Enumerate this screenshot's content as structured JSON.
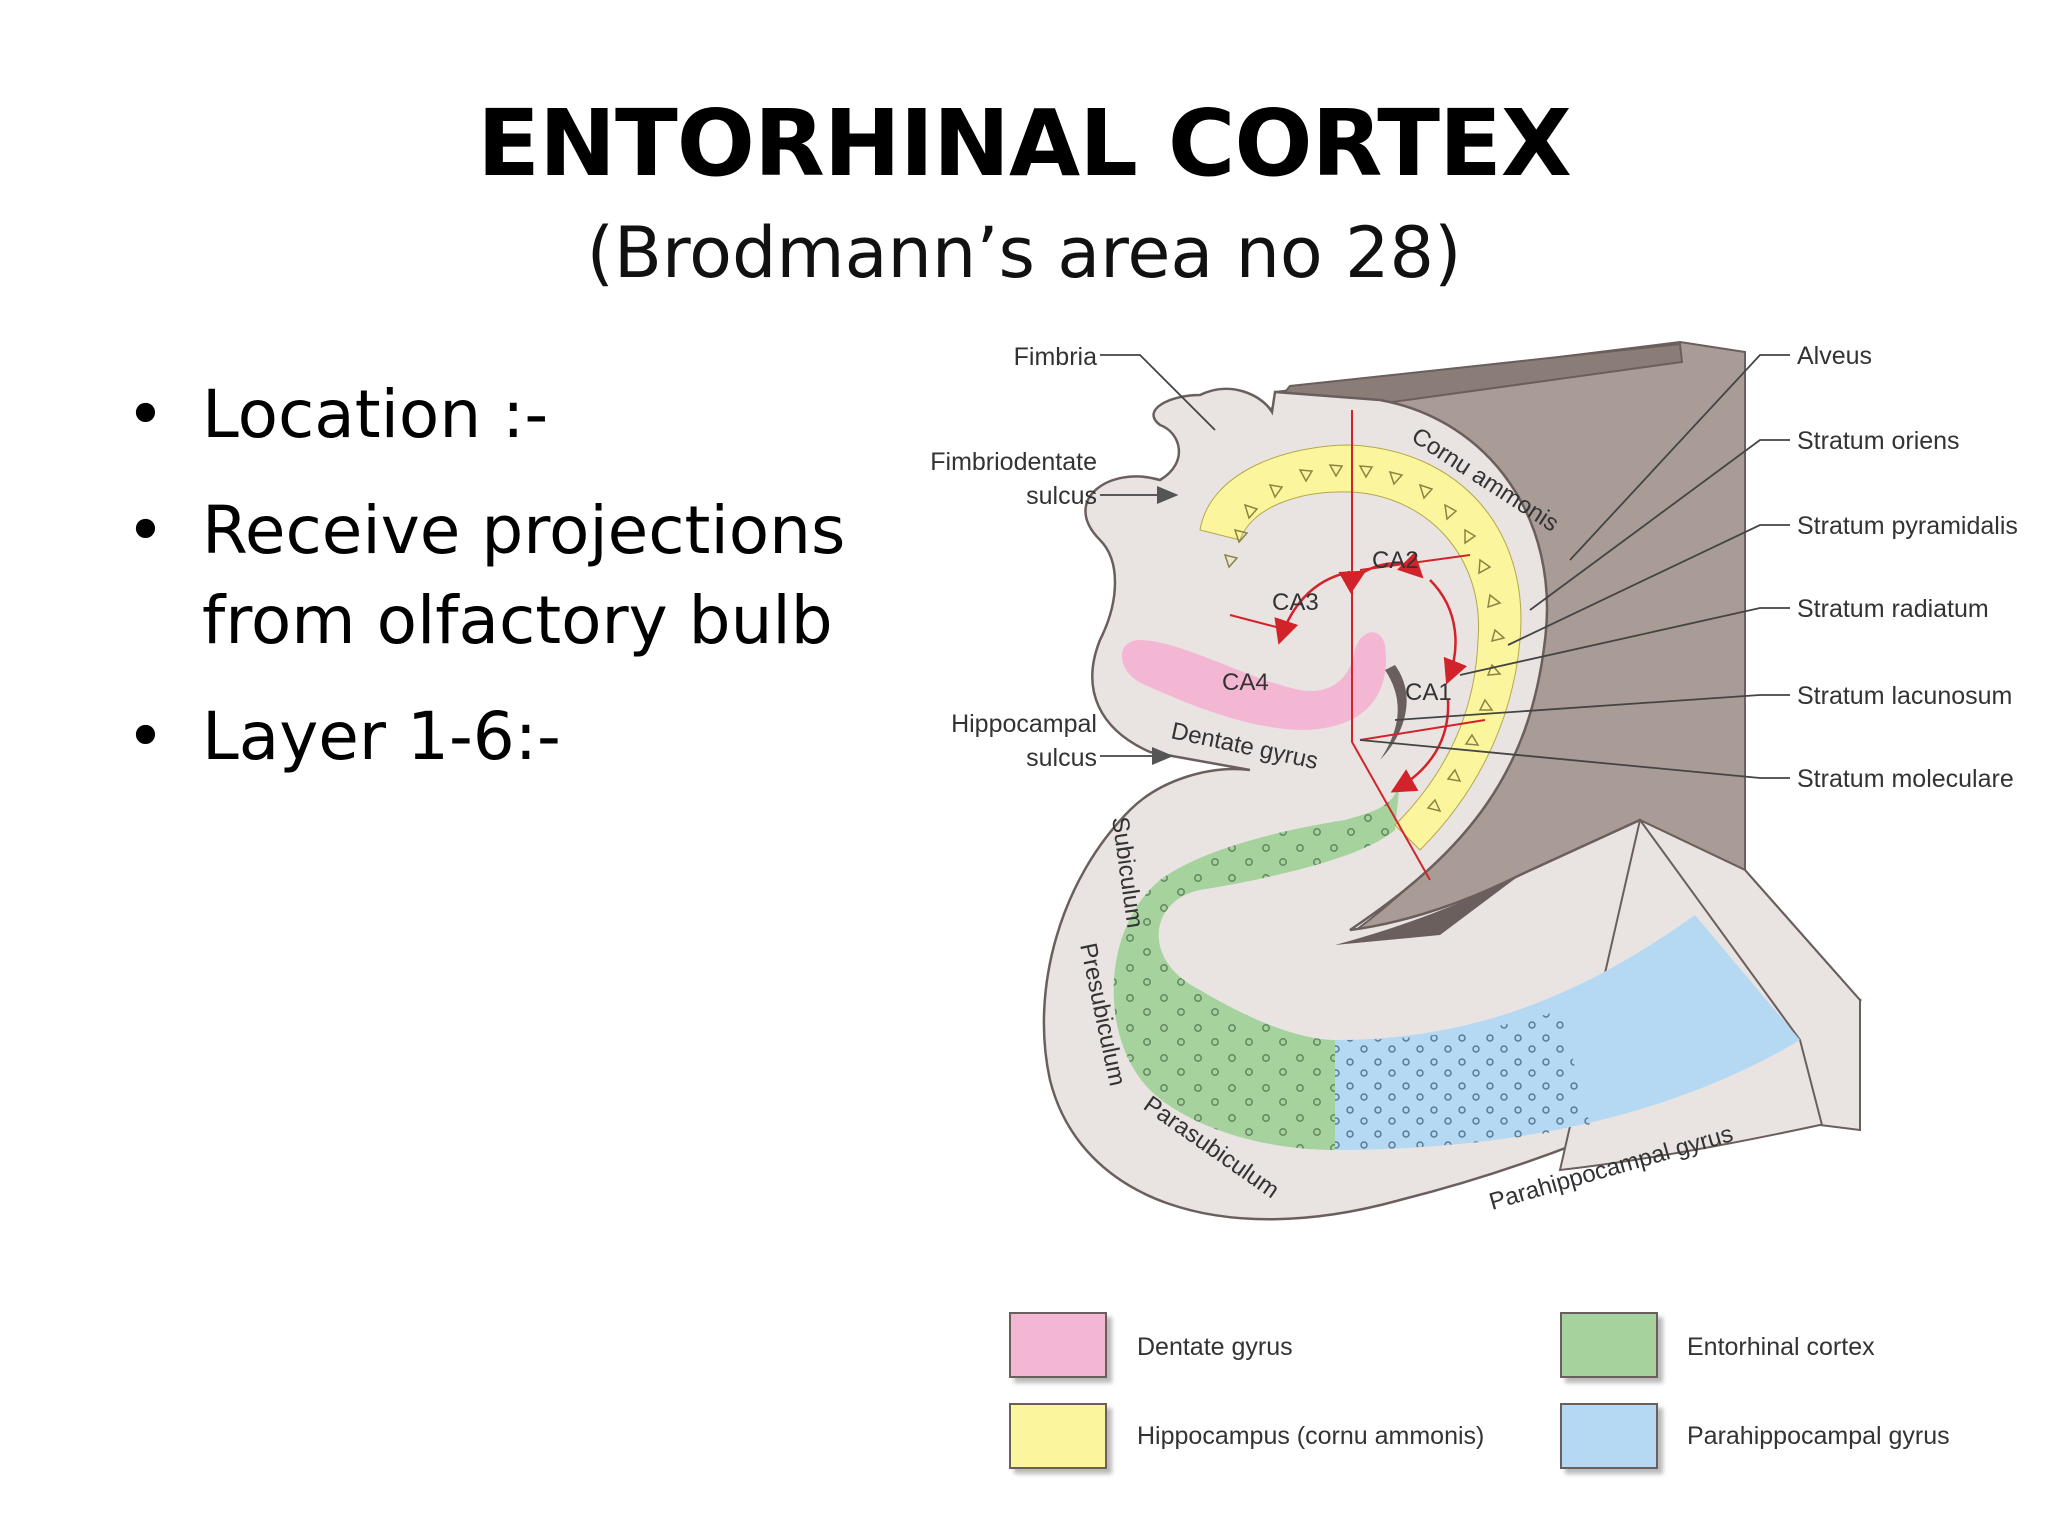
{
  "slide": {
    "title": "ENTORHINAL CORTEX",
    "subtitle": "(Brodmann’s area no 28)",
    "bullets": [
      {
        "text": "Location :-"
      },
      {
        "text": "Receive projections from olfactory bulb"
      },
      {
        "text": "Layer 1-6:-"
      }
    ],
    "bullet_glyph": "•"
  },
  "figure": {
    "left_labels": {
      "fimbria": "Fimbria",
      "fimbriodentate_1": "Fimbriodentate",
      "fimbriodentate_2": "sulcus",
      "hippocampal_1": "Hippocampal",
      "hippocampal_2": "sulcus"
    },
    "right_labels": [
      "Alveus",
      "Stratum oriens",
      "Stratum pyramidalis",
      "Stratum radiatum",
      "Stratum lacunosum",
      "Stratum moleculare"
    ],
    "region_labels": {
      "cornu": "Cornu ammonis",
      "ca1": "CA1",
      "ca2": "CA2",
      "ca3": "CA3",
      "ca4": "CA4",
      "dentate": "Dentate gyrus",
      "subiculum": "Subiculum",
      "presubiculum": "Presubiculum",
      "parasubiculum": "Parasubiculum",
      "parahippocampal": "Parahippocampal gyrus"
    },
    "legend": [
      {
        "label": "Dentate gyrus",
        "color": "#f4b7d3"
      },
      {
        "label": "Entorhinal cortex",
        "color": "#a6d29e"
      },
      {
        "label": "Hippocampus (cornu ammonis)",
        "color": "#fbf59e"
      },
      {
        "label": "Parahippocampal gyrus",
        "color": "#b5d9f3"
      }
    ],
    "colors": {
      "tissue": "#e9e4e2",
      "outline": "#6b5f5d",
      "shadow": "#b0a59f",
      "red": "#d2232a",
      "text": "#333333"
    }
  }
}
